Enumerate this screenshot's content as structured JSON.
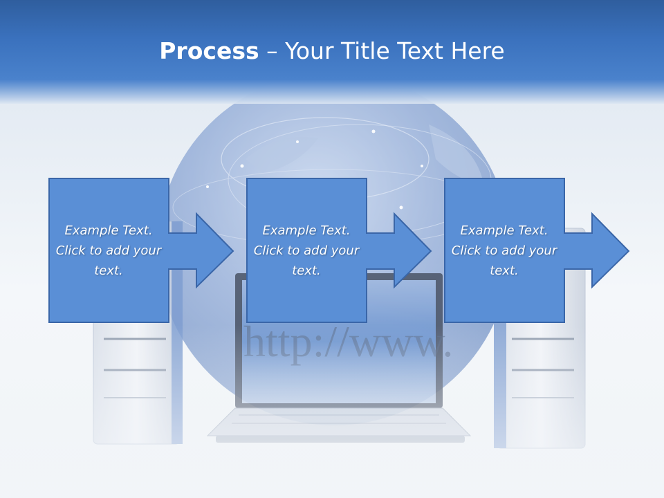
{
  "title": {
    "bold": "Process",
    "rest": " – Your Title Text Here"
  },
  "steps": [
    {
      "text": "Example Text. Click  to add your text."
    },
    {
      "text": "Example Text. Click  to add your text."
    },
    {
      "text": "Example Text. Click  to add your text."
    }
  ],
  "background": {
    "screen_text": "http://www.",
    "colors": {
      "title_bar": "#3a6fb8",
      "step_fill": "#5a8fd6",
      "step_border": "#3a66a8",
      "globe": "#7e9fd0"
    }
  }
}
